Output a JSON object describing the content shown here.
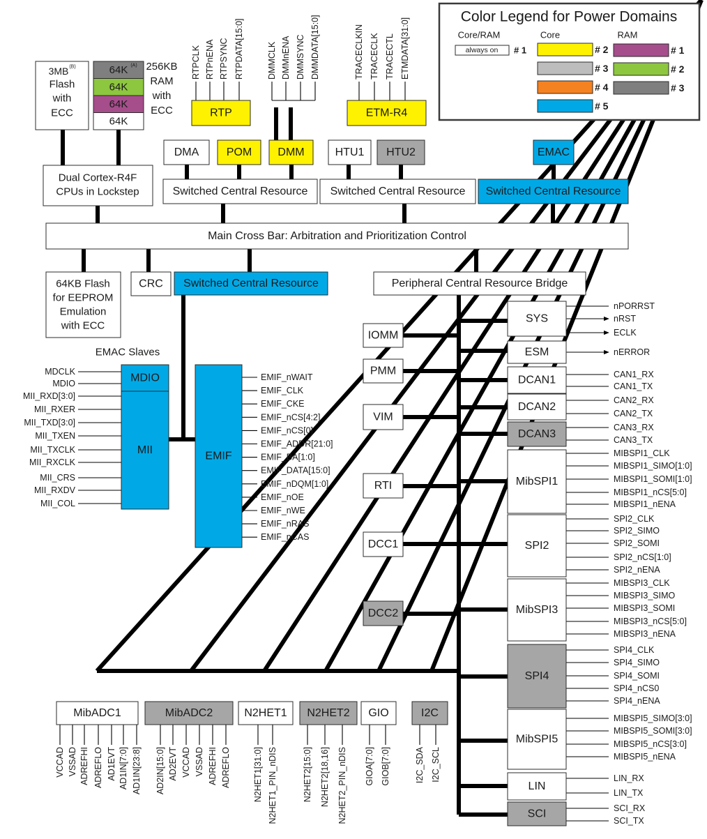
{
  "colors": {
    "yellow": "#FFF200",
    "gray_light": "#BDBDBD",
    "gray_mid": "#A6A6A6",
    "gray_dark": "#7F7F7F",
    "orange": "#F58220",
    "blue": "#00A9E6",
    "purple": "#A64D8C",
    "green": "#8DC63F",
    "white": "#FFFFFF"
  },
  "legend": {
    "title": "Color Legend for Power Domains",
    "col_core_ram": "Core/RAM",
    "col_core": "Core",
    "col_ram": "RAM",
    "always_on": "always on",
    "always_on_num": "# 1",
    "core_entries": [
      {
        "num": "# 2",
        "color": "yellow"
      },
      {
        "num": "# 3",
        "color": "gray_light"
      },
      {
        "num": "# 4",
        "color": "orange"
      },
      {
        "num": "# 5",
        "color": "blue"
      }
    ],
    "ram_entries": [
      {
        "num": "# 1",
        "color": "purple"
      },
      {
        "num": "# 2",
        "color": "green"
      },
      {
        "num": "# 3",
        "color": "gray_dark"
      }
    ]
  },
  "blocks": {
    "flash3mb": {
      "lines": [
        "3MB",
        "Flash",
        "with",
        "ECC"
      ],
      "sup": "(B)"
    },
    "ram": {
      "banks": [
        {
          "text": "64K",
          "sup": "(A)",
          "color": "gray_dark"
        },
        {
          "text": "64K",
          "color": "green"
        },
        {
          "text": "64K",
          "color": "purple"
        },
        {
          "text": "64K",
          "color": "white"
        }
      ],
      "label": [
        "256KB",
        "RAM",
        "with",
        "ECC"
      ]
    },
    "cpu": {
      "lines": [
        "Dual Cortex-R4F",
        "CPUs in Lockstep"
      ]
    },
    "dma": "DMA",
    "pom": "POM",
    "dmm": "DMM",
    "htu1": "HTU1",
    "htu2": "HTU2",
    "emac": "EMAC",
    "rtp": "RTP",
    "etm": "ETM-R4",
    "scr": "Switched Central Resource",
    "crossbar": "Main Cross Bar: Arbitration and Prioritization Control",
    "flash64": {
      "lines": [
        "64KB Flash",
        "for EEPROM",
        "Emulation",
        "with ECC"
      ]
    },
    "crc": "CRC",
    "pcrb": "Peripheral Central Resource Bridge",
    "emac_slaves": "EMAC Slaves",
    "mdio": "MDIO",
    "mii": "MII",
    "emif": "EMIF",
    "iomm": "IOMM",
    "pmm": "PMM",
    "vim": "VIM",
    "rti": "RTI",
    "dcc1": "DCC1",
    "dcc2": "DCC2",
    "sys": "SYS",
    "esm": "ESM",
    "dcan1": "DCAN1",
    "dcan2": "DCAN2",
    "dcan3": "DCAN3",
    "mibspi1": "MibSPI1",
    "spi2": "SPI2",
    "mibspi3": "MibSPI3",
    "spi4": "SPI4",
    "mibspi5": "MibSPI5",
    "lin": "LIN",
    "sci": "SCI",
    "mibadc1": "MibADC1",
    "mibadc2": "MibADC2",
    "n2het1": "N2HET1",
    "n2het2": "N2HET2",
    "gio": "GIO",
    "i2c": "I2C"
  },
  "signals": {
    "rtp": [
      "RTPCLK",
      "RTPnENA",
      "RTPSYNC",
      "RTPDATA[15:0]"
    ],
    "dmm": [
      "DMMCLK",
      "DMMnENA",
      "DMMSYNC",
      "DMMDATA[15:0]"
    ],
    "etm": [
      "TRACECLKIN",
      "TRACECLK",
      "TRACECTL",
      "ETMDATA[31:0]"
    ],
    "mdio": [
      "MDCLK",
      "MDIO"
    ],
    "mii": [
      "MII_RXD[3:0]",
      "MII_RXER",
      "MII_TXD[3:0]",
      "MII_TXEN",
      "MII_TXCLK",
      "MII_RXCLK",
      "MII_CRS",
      "MII_RXDV",
      "MII_COL"
    ],
    "emif": [
      "EMIF_nWAIT",
      "EMIF_CLK",
      "EMIF_CKE",
      "EMIF_nCS[4:2]",
      "EMIF_nCS[0]",
      "EMIF_ADDR[21:0]",
      "EMIF_BA[1:0]",
      "EMIF_DATA[15:0]",
      "EMIF_nDQM[1:0]",
      "EMIF_nOE",
      "EMIF_nWE",
      "EMIF_nRAS",
      "EMIF_nCAS"
    ],
    "sys": [
      "nPORRST",
      "nRST",
      "ECLK"
    ],
    "esm": [
      "nERROR"
    ],
    "dcan1": [
      "CAN1_RX",
      "CAN1_TX"
    ],
    "dcan2": [
      "CAN2_RX",
      "CAN2_TX"
    ],
    "dcan3": [
      "CAN3_RX",
      "CAN3_TX"
    ],
    "mibspi1": [
      "MIBSPI1_CLK",
      "MIBSPI1_SIMO[1:0]",
      "MIBSPI1_SOMI[1:0]",
      "MIBSPI1_nCS[5:0]",
      "MIBSPI1_nENA"
    ],
    "spi2": [
      "SPI2_CLK",
      "SPI2_SIMO",
      "SPI2_SOMI",
      "SPI2_nCS[1:0]",
      "SPI2_nENA"
    ],
    "mibspi3": [
      "MIBSPI3_CLK",
      "MIBSPI3_SIMO",
      "MIBSPI3_SOMI",
      "MIBSPI3_nCS[5:0]",
      "MIBSPI3_nENA"
    ],
    "spi4": [
      "SPI4_CLK",
      "SPI4_SIMO",
      "SPI4_SOMI",
      "SPI4_nCS0",
      "SPI4_nENA"
    ],
    "mibspi5": [
      "MIBSPI5_SIMO[3:0]",
      "MIBSPI5_SOMI[3:0]",
      "MIBSPI5_nCS[3:0]",
      "MIBSPI5_nENA"
    ],
    "lin": [
      "LIN_RX",
      "LIN_TX"
    ],
    "sci": [
      "SCI_RX",
      "SCI_TX"
    ],
    "mibadc1": [
      "VCCAD",
      "VSSAD",
      "ADREFHI",
      "ADREFLO",
      "AD1EVT",
      "AD1IN[7:0]",
      "AD1IN[23:8]"
    ],
    "mibadc2": [
      "AD2IN[15:0]",
      "AD2EVT",
      "VCCAD",
      "VSSAD",
      "ADREFHI",
      "ADREFLO"
    ],
    "n2het1": [
      "N2HET1[31:0]",
      "N2HET1_PIN_nDIS"
    ],
    "n2het2": [
      "N2HET2[15:0]",
      "N2HET2[18,16]",
      "N2HET2_PIN_nDIS"
    ],
    "gio": [
      "GIOA[7:0]",
      "GIOB[7:0]"
    ],
    "i2c": [
      "I2C_SDA",
      "I2C_SCL"
    ]
  }
}
